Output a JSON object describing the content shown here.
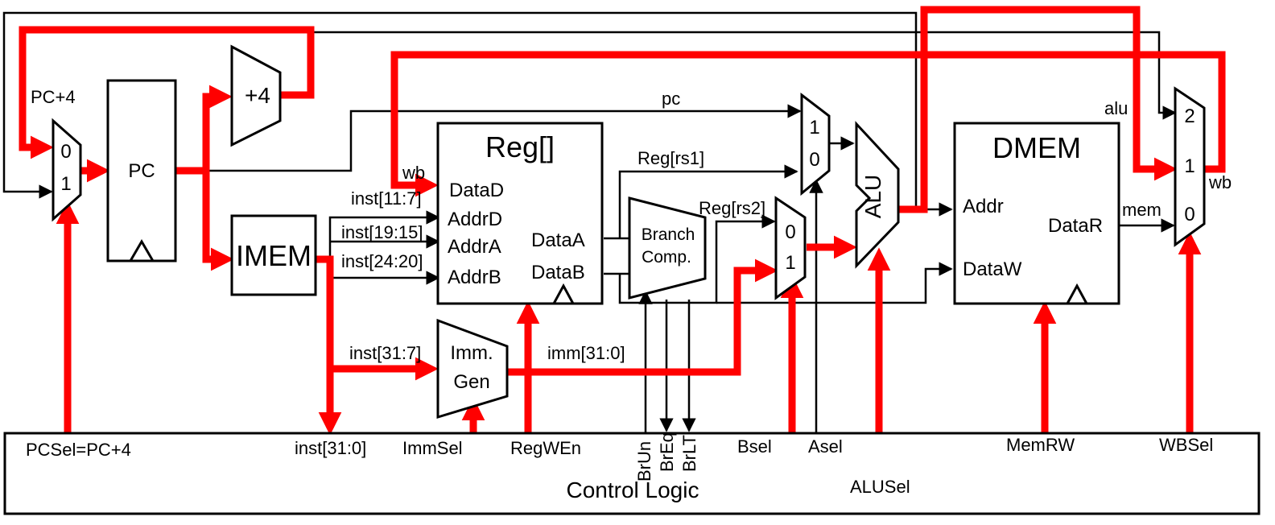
{
  "blocks": {
    "pc": "PC",
    "plus4": "+4",
    "imem": "IMEM",
    "reg": "Reg[]",
    "dmem": "DMEM",
    "immgen_line1": "Imm.",
    "immgen_line2": "Gen",
    "branch_line1": "Branch",
    "branch_line2": "Comp.",
    "alu": "ALU",
    "control": "Control Logic"
  },
  "ports": {
    "dataD": "DataD",
    "addrD": "AddrD",
    "addrA": "AddrA",
    "addrB": "AddrB",
    "dataA": "DataA",
    "dataB": "DataB",
    "dmem_addr": "Addr",
    "dmem_dataW": "DataW",
    "dmem_dataR": "DataR"
  },
  "mux_inputs": {
    "pcsel_0": "0",
    "pcsel_1": "1",
    "asel_1": "1",
    "asel_0": "0",
    "bsel_0": "0",
    "bsel_1": "1",
    "wb_2": "2",
    "wb_1": "1",
    "wb_0": "0"
  },
  "wire_labels": {
    "pc_plus4": "PC+4",
    "pc": "pc",
    "wb_in": "wb",
    "inst_11_7": "inst[11:7]",
    "inst_19_15": "inst[19:15]",
    "inst_24_20": "inst[24:20]",
    "inst_31_7": "inst[31:7]",
    "imm": "imm[31:0]",
    "reg_rs1": "Reg[rs1]",
    "reg_rs2": "Reg[rs2]",
    "alu": "alu",
    "mem": "mem",
    "wb_out": "wb"
  },
  "control_signals": {
    "pcsel": "PCSel=PC+4",
    "inst": "inst[31:0]",
    "immsel": "ImmSel",
    "regwen": "RegWEn",
    "brun": "BrUn",
    "breq": "BrEq",
    "brlt": "BrLT",
    "bsel": "Bsel",
    "asel": "Asel",
    "alusel": "ALUSel",
    "memrw": "MemRW",
    "wbsel": "WBSel"
  },
  "colors": {
    "active_path": "#ff0000",
    "wire": "#000000",
    "background": "#ffffff"
  }
}
